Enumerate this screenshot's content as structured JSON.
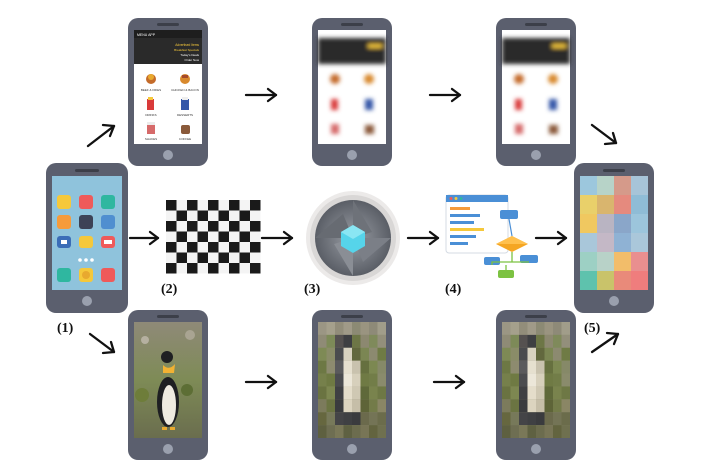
{
  "steps": [
    {
      "label": "(1)"
    },
    {
      "label": "(2)"
    },
    {
      "label": "(3)"
    },
    {
      "label": "(4)"
    },
    {
      "label": "(5)"
    }
  ],
  "food_app": {
    "header_title": "MENU APP",
    "promo_lines": [
      "Advertised Items",
      "Breakfast Specials",
      "Today's Deals",
      "Order Now"
    ],
    "items": [
      "BEEF & FRIES",
      "CHICKEN & BACON",
      "DRINKS",
      "DESSERTS",
      "SHAKES",
      "COFFEE"
    ]
  },
  "colors": {
    "phone_body": "#5b5f6e",
    "phone_screen_home": "#8fc3dc",
    "arrow": "#111111"
  },
  "icons": [
    "phone-icon",
    "checkerboard-icon",
    "camera-lens-icon",
    "flowchart-icon",
    "arrow-icon"
  ]
}
